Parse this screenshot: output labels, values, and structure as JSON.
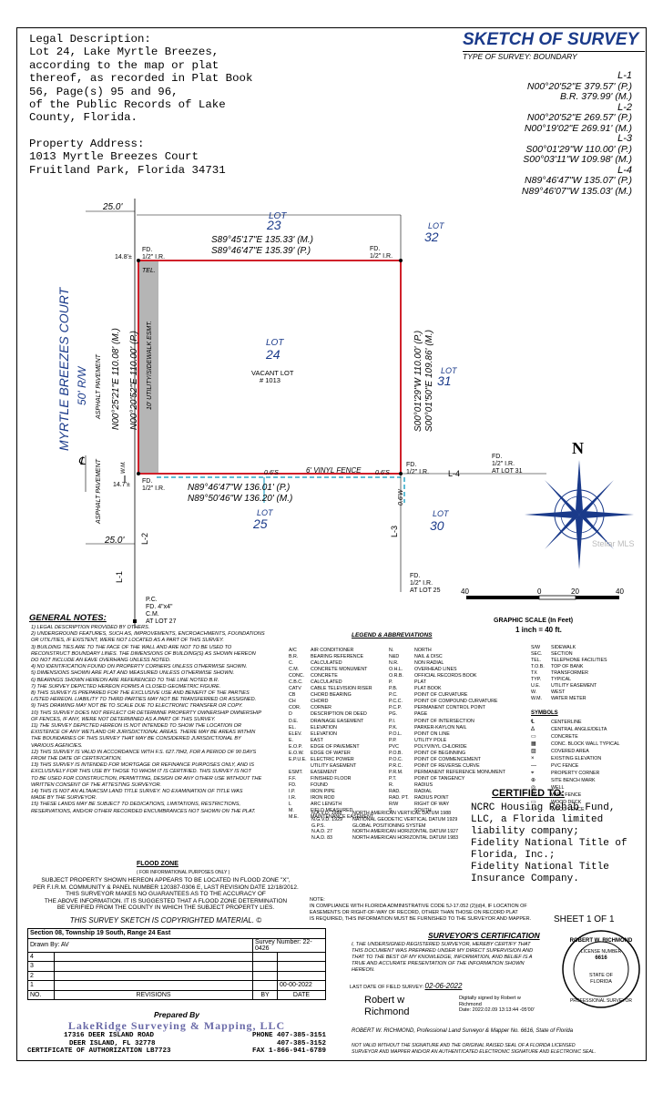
{
  "legal": {
    "lines": [
      "Legal Description:",
      "Lot 24, Lake Myrtle Breezes,",
      "according to the map or plat",
      "thereof, as recorded in Plat Book",
      "56, Page(s) 95 and 96,",
      "of the Public Records of Lake",
      "County, Florida."
    ],
    "address_lines": [
      "Property Address:",
      "1013 Myrtle Breezes Court",
      "Fruitland Park, Florida 34731"
    ]
  },
  "header": {
    "title": "SKETCH OF SURVEY",
    "subtitle": "TYPE OF SURVEY: BOUNDARY"
  },
  "line_table": [
    {
      "id": "L-1",
      "rows": [
        "N00°20'52\"E  379.57' (P.)",
        "B.R.         379.99' (M.)"
      ]
    },
    {
      "id": "L-2",
      "rows": [
        "N00°20'52\"E  269.57' (P.)",
        "N00°19'02\"E  269.91' (M.)"
      ]
    },
    {
      "id": "L-3",
      "rows": [
        "S00°01'29\"W  110.00' (P.)",
        "S00°03'11\"W  109.98' (M.)"
      ]
    },
    {
      "id": "L-4",
      "rows": [
        "N89°46'47\"W  135.07' (P.)",
        "N89°46'07\"W  135.03' (M.)"
      ]
    }
  ],
  "sketch": {
    "road": "MYRTLE BREEZES COURT",
    "row": "50' R/W",
    "asphalt1": "ASPHALT PAVEMENT",
    "asphalt2": "ASPHALT PAVEMENT",
    "dim25a": "25.0'",
    "dim25b": "25.0'",
    "lot23": "LOT",
    "lot23n": "23",
    "lot32": "LOT",
    "lot32n": "32",
    "lot24": "LOT",
    "lot24n": "24",
    "vacant": "VACANT LOT",
    "vacantn": "# 1013",
    "lot31": "LOT",
    "lot31n": "31",
    "lot25": "LOT",
    "lot25n": "25",
    "lot30": "LOT",
    "lot30n": "30",
    "north_m": "S89°45'17\"E  135.33' (M.)",
    "north_p": "S89°46'47\"E  135.39' (P.)",
    "west_m": "N00°25'21\"E  110.08' (M.)",
    "west_p": "N00°20'52\"E  110.00' (P.)",
    "east_p": "S00°01'29\"W  110.00' (P.)",
    "east_m": "S00°01'50\"E  109.86' (M.)",
    "south_p": "N89°46'47\"W  136.01' (P.)",
    "south_m": "N89°50'46\"W  136.20' (M.)",
    "esmt": "10' UTILITY/SIDEWALK ESMT.",
    "tel": "TEL.",
    "wm": "W.M.",
    "fd_nw": "FD.",
    "fd_nw2": "1/2\" I.R.",
    "fd_ne": "FD.",
    "fd_ne2": "1/2\" I.R.",
    "fd_sw": "FD.",
    "fd_sw2": "1/2\" I.R.",
    "fd_se": "FD.",
    "fd_se2": "1/2\" I.R.",
    "d148": "14.8'±",
    "d147": "14.7'±",
    "fence": "6' VINYL FENCE",
    "d06a": "0.6'S",
    "d06b": "0.6'S",
    "d06c": "0.6'W",
    "fd31": "FD.",
    "fd31b": "1/2\" I.R.",
    "fd31c": "AT LOT 31",
    "fd25": "FD.",
    "fd25b": "1/2\" I.R.",
    "fd25c": "AT LOT 25",
    "pc": "P.C.",
    "pc2": "FD. 4\"x4\"",
    "pc3": "C.M.",
    "pc4": "AT LOT 27",
    "l1": "L-1",
    "l2": "L-2",
    "l3": "L-3",
    "l4": "L-4",
    "north": "N"
  },
  "scale": {
    "title": "GRAPHIC SCALE (In Feet)",
    "sub": "1 inch = 40 ft.",
    "ticks": [
      "40",
      "0",
      "20",
      "40"
    ]
  },
  "notes": {
    "title": "GENERAL NOTES:",
    "lines": [
      "1) LEGAL DESCRIPTION PROVIDED BY OTHERS.",
      "2) UNDERGROUND FEATURES, SUCH AS, IMPROVEMENTS, ENCROACHMENTS, FOUNDATIONS",
      "OR UTILITIES, IF EXISTENT, WERE NOT LOCATED AS A PART OF THIS SURVEY.",
      "3) BUILDING TIES ARE TO THE FACE OF THE WALL AND ARE NOT TO BE USED TO",
      "RECONSTRUCT BOUNDARY LINES. THE DIMENSIONS OF BUILDING(S) AS SHOWN HEREON",
      "DO NOT INCLUDE AN EAVE OVERHANG UNLESS NOTED.",
      "4) NO IDENTIFICATION FOUND ON PROPERTY CORNERS UNLESS OTHERWISE SHOWN.",
      "5) DIMENSIONS SHOWN ARE PLAT AND MEASURED UNLESS OTHERWISE SHOWN.",
      "6) BEARINGS SHOWN HEREON ARE REFERENCED TO THE LINE NOTED B.R.",
      "7) THE SURVEY DEPICTED HEREON FORMS A CLOSED GEOMETRIC FIGURE.",
      "8) THIS SURVEY IS PREPARED FOR THE EXCLUSIVE USE AND BENEFIT OF THE PARTIES",
      "LISTED HEREON. LIABILITY TO THIRD PARTIES MAY NOT BE TRANSFERRED OR ASSIGNED.",
      "9) THIS DRAWING MAY NOT BE TO SCALE DUE TO ELECTRONIC TRANSFER OR COPY.",
      "10) THIS SURVEY DOES NOT REFLECT OR DETERMINE PROPERTY OWNERSHIP OWNERSHIP",
      "OF FENCES, IF ANY, WERE NOT DETERMINED AS A PART OF THIS SURVEY.",
      "11) THE SURVEY DEPICTED HEREON IS NOT INTENDED TO SHOW THE LOCATION OR",
      "EXISTENCE OF ANY WETLAND OR JURISDICTIONAL AREAS. THERE MAY BE AREAS WITHIN",
      "THE BOUNDARIES OF THIS SURVEY THAT MAY BE CONSIDERED JURISDICTIONAL BY",
      "VARIOUS AGENCIES.",
      "12) THIS SURVEY IS VALID IN ACCORDANCE WITH F.S. 627.7842, FOR A PERIOD OF 90 DAYS",
      "FROM THE DATE OF CERTIFICATION.",
      "13) THIS SURVEY IS INTENDED FOR MORTGAGE OR REFINANCE PURPOSES ONLY, AND IS",
      "EXCLUSIVELY FOR THIS USE BY THOSE TO WHOM IT IS CERTIFIED. THIS SURVEY IS NOT",
      "TO BE USED FOR CONSTRUCTION, PERMITTING, DESIGN OR ANY OTHER USE WITHOUT THE",
      "WRITTEN CONSENT OF THE ATTESTING SURVEYOR.",
      "14) THIS IS NOT AN ALTA/ACSM LAND TITLE SURVEY. NO EXAMINATION OF TITLE WAS",
      "MADE BY THE SURVEYOR.",
      "15) THESE LANDS MAY BE SUBJECT TO DEDICATIONS, LIMITATIONS, RESTRICTIONS,",
      "RESERVATIONS, AND/OR OTHER RECORDED ENCUMBRANCES NOT SHOWN ON THE PLAT."
    ]
  },
  "legend": {
    "title": "LEGEND & ABBREVIATIONS",
    "rows": [
      [
        "A/C",
        "AIR CONDITIONER",
        "N.",
        "NORTH"
      ],
      [
        "B.R.",
        "BEARING REFERENCE",
        "N&D",
        "NAIL & DISC"
      ],
      [
        "C.",
        "CALCULATED",
        "N.R.",
        "NON RADIAL"
      ],
      [
        "C.M.",
        "CONCRETE MONUMENT",
        "O.H.L.",
        "OVERHEAD LINES"
      ],
      [
        "CONC.",
        "CONCRETE",
        "O.R.B.",
        "OFFICIAL RECORDS BOOK"
      ],
      [
        "C.B.C.",
        "CALCULATED",
        "P.",
        "PLAT"
      ],
      [
        "CATV",
        "CABLE TELEVISION RISER",
        "P.B.",
        "PLAT BOOK"
      ],
      [
        "CB",
        "CHORD BEARING",
        "P.C.",
        "POINT OF CURVATURE"
      ],
      [
        "CH",
        "CHORD",
        "P.C.C.",
        "POINT OF COMPOUND CURVATURE"
      ],
      [
        "COR.",
        "CORNER",
        "P.C.P.",
        "PERMANENT CONTROL POINT"
      ],
      [
        "D",
        "DESCRIPTION OR DEED",
        "PG.",
        "PAGE"
      ],
      [
        "D.E.",
        "DRAINAGE EASEMENT",
        "P.I.",
        "POINT OF INTERSECTION"
      ],
      [
        "EL.",
        "ELEVATION",
        "P.K.",
        "PARKER-KAYLON NAIL"
      ],
      [
        "ELEV.",
        "ELEVATION",
        "P.O.L.",
        "POINT ON LINE"
      ],
      [
        "E.",
        "EAST",
        "P.P.",
        "UTILITY POLE"
      ],
      [
        "E.O.P.",
        "EDGE OF PAVEMENT",
        "PVC",
        "POLYVINYL CHLORIDE"
      ],
      [
        "E.O.W.",
        "EDGE OF WATER",
        "P.O.B.",
        "POINT OF BEGINNING"
      ],
      [
        "E.P.U.E.",
        "ELECTRIC POWER",
        "P.O.C.",
        "POINT OF COMMENCEMENT"
      ],
      [
        "",
        "UTILITY EASEMENT",
        "P.R.C.",
        "POINT OF REVERSE CURVE"
      ],
      [
        "ESMT.",
        "EASEMENT",
        "P.R.M.",
        "PERMANENT REFERENCE MONUMENT"
      ],
      [
        "F.F.",
        "FINISHED FLOOR",
        "P.T.",
        "POINT OF TANGENCY"
      ],
      [
        "FD.",
        "FOUND",
        "R.",
        "RADIUS"
      ],
      [
        "I.P.",
        "IRON PIPE",
        "RAD.",
        "RADIAL"
      ],
      [
        "I.R.",
        "IRON ROD",
        "RAD. PT.",
        "RADIUS POINT"
      ],
      [
        "L",
        "ARC LENGTH",
        "R/W",
        "RIGHT OF WAY"
      ],
      [
        "M.",
        "FIELD MEASURED",
        "S.",
        "SOUTH"
      ],
      [
        "M.E.",
        "MAINTENANCE EASEMENT",
        "",
        ""
      ]
    ],
    "right": [
      [
        "S/W",
        "SIDEWALK"
      ],
      [
        "SEC.",
        "SECTION"
      ],
      [
        "TEL.",
        "TELEPHONE FACILITIES"
      ],
      [
        "T.O.B.",
        "TOP OF BANK"
      ],
      [
        "TX",
        "TRANSFORMER"
      ],
      [
        "TYP.",
        "TYPICAL"
      ],
      [
        "U.E.",
        "UTILITY EASEMENT"
      ],
      [
        "W.",
        "WEST"
      ],
      [
        "W.M.",
        "WATER METER"
      ]
    ],
    "symbols_title": "SYMBOLS",
    "symbols": [
      [
        "℄",
        "CENTERLINE"
      ],
      [
        "Δ",
        "CENTRAL ANGLE/DELTA"
      ],
      [
        "▭",
        "CONCRETE"
      ],
      [
        "▦",
        "CONC. BLOCK WALL TYPICAL"
      ],
      [
        "▨",
        "COVERED AREA"
      ],
      [
        "×",
        "EXISTING ELEVATION"
      ],
      [
        "—",
        "PVC FENCE"
      ],
      [
        "⌖",
        "PROPERTY CORNER"
      ],
      [
        "⊕",
        "SITE BENCH MARK"
      ],
      [
        "◎",
        "WELL"
      ],
      [
        "-x-",
        "WIRE FENCE"
      ],
      [
        "▭",
        "WOOD DECK"
      ],
      [
        "-//-",
        "WOOD FENCE"
      ]
    ],
    "datums": [
      [
        "N.A.V.D. 1988",
        "NORTH AMERICAN VERTICAL DATUM 1988"
      ],
      [
        "N.G.V.D. 1929",
        "NATIONAL GEODETIC VERTICAL DATUM 1929"
      ],
      [
        "G.P.S.",
        "GLOBAL POSITIONING SYSTEM"
      ],
      [
        "N.A.D. 27",
        "NORTH AMERICAN HORIZONTAL DATUM 1927"
      ],
      [
        "N.A.D. 83",
        "NORTH AMERICAN HORIZONTAL DATUM 1983"
      ]
    ]
  },
  "certified": {
    "title": "CERTIFIED TO:",
    "lines": [
      "NCRC Housing Rehab Fund,",
      "LLC, a Florida limited",
      "liability company;",
      "Fidelity National Title of",
      "Florida, Inc.;",
      "Fidelity National Title",
      "Insurance Company."
    ]
  },
  "flood": {
    "title": "FLOOD ZONE",
    "sub": "( FOR INFORMATIONAL PURPOSES ONLY )",
    "lines": [
      "SUBJECT PROPERTY SHOWN HEREON APPEARS TO BE LOCATED IN FLOOD ZONE \"X\",",
      "PER F.I.R.M. COMMUNITY & PANEL NUMBER 120387-0306 E, LAST REVISION DATE 12/18/2012.",
      "THIS SURVEYOR MAKES NO GUARANTEES AS TO THE ACCURACY OF",
      "THE ABOVE INFORMATION. IT IS SUGGESTED THAT A FLOOD ZONE DETERMINATION",
      "BE VERIFIED FROM THE COUNTY IN WHICH THE SUBJECT PROPERTY LIES."
    ],
    "copyright": "THIS SURVEY SKETCH IS COPYRIGHTED MATERIAL. ©"
  },
  "note_block": {
    "title": "NOTE:",
    "lines": [
      "IN COMPLIANCE WITH FLORIDA ADMINISTRATIVE CODE 5J-17.052 (2)(d)4, IF LOCATION OF",
      "EASEMENTS OR RIGHT-OF-WAY OF RECORD, OTHER THAN THOSE ON RECORD PLAT",
      "IS REQUIRED, THIS INFORMATION MUST BE FURNISHED TO THE SURVEYOR AND MAPPER."
    ]
  },
  "sheet": "SHEET 1 OF 1",
  "title_block": {
    "section": "Section 08, Township 19 South, Range 24 East",
    "drawn_label": "Drawn By: AV",
    "survey_label": "Survey Number:",
    "survey_number": "22-0426",
    "rows": [
      "4",
      "3",
      "2",
      "1"
    ],
    "date_row1": "00-00-2022",
    "col_no": "NO.",
    "col_revisions": "REVISIONS",
    "col_by": "BY",
    "col_date": "DATE"
  },
  "company": {
    "prepared": "Prepared By",
    "name": "LakeRidge Surveying & Mapping, LLC",
    "addr1": "17316 DEER ISLAND ROAD",
    "addr2": "DEER ISLAND, FL 32778",
    "cert": "CERTIFICATE OF AUTHORIZATION LB7723",
    "phone1": "PHONE 407-385-3151",
    "phone2": "407-385-3152",
    "fax": "FAX 1-866-941-6789"
  },
  "surveyor_cert": {
    "title": "SURVEYOR'S CERTIFICATION",
    "lines": [
      "I, THE UNDERSIGNED REGISTERED SURVEYOR, HEREBY CERTIFY THAT",
      "THIS DOCUMENT WAS PREPARED UNDER MY DIRECT SUPERVISION AND",
      "THAT TO THE BEST OF MY KNOWLEDGE, INFORMATION, AND BELIEF IS A",
      "TRUE AND ACCURATE PRESENTATION OF THE INFORMATION SHOWN",
      "HEREON."
    ],
    "last_date_label": "LAST DATE OF FIELD SURVEY:",
    "last_date": "02-06-2022",
    "signer1": "Robert w",
    "signer2": "Richmond",
    "digi1": "Digitally signed by Robert w",
    "digi2": "Richmond",
    "digi3": "Date: 2022.02.09 13:13:44 -05'00'",
    "sigline": "ROBERT W. RICHMOND,  Professional Land Surveyor & Mapper No. 6616,  State of Florida",
    "valid1": "NOT VALID WITHOUT THE SIGNATURE AND THE ORIGINAL RAISED SEAL OF A FLORIDA LICENSED",
    "valid2": "SURVEYOR AND MAPPER AND/OR AN AUTHENTICATED ELECTRONIC SIGNATURE AND ELECTRONIC SEAL."
  },
  "seal": {
    "name": "ROBERT W. RICHMOND",
    "license": "LICENSE NUMBER",
    "num": "6616",
    "state": "STATE OF",
    "florida": "FLORIDA",
    "role": "PROFESSIONAL SURVEYOR"
  },
  "watermark": "Stellar MLS",
  "colors": {
    "boundary": "#d0202a",
    "blue": "#1a3a8a",
    "fence": "#2aa7c9",
    "esmt": "#b5b5b5"
  }
}
